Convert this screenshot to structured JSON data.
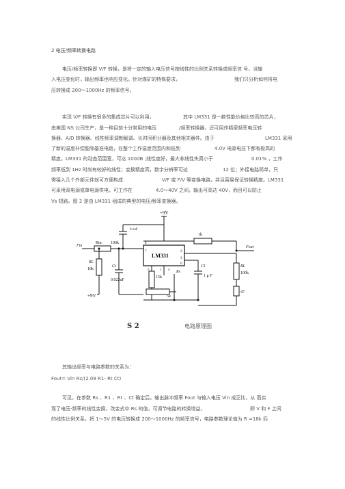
{
  "doc": {
    "section_title": "2 电压/频率转换电路",
    "para1": [
      "电压/频率转换即 V/F 转换，是将一定的输入电压信号按线性的比例关系转换成频率信 号，当输",
      "入电压变化时，输出频率也响应变化。针对煤矿的特殊要求，",
      "压转换成 200～1000Hz 的频率信号。"
    ],
    "para1_tail": "我们只分析如何将电",
    "para2": [
      "实现 V/F 转换有很多的集成芯片可以利用，",
      "由美国 NS 公司生产，是一种目前十分常用的电压",
      "换器、A/D 转换器、线性频率调制解调、长时间积分器及其他相关器件。由于",
      "了新的温度补偿能隙基准电路，在整个工作温度范围内和低到",
      "精度。LM331 的动态范围宽，可达 100dB ;线性度好，最大非线性失真小于",
      "频率低到 1Hz 时尚有较好的线性；变换精度高，数字分辨率可达",
      "需接入几个外部元件就可方便构成",
      "可采用双电源或单电源供电，可工作在",
      "Vs 短路。图 2 是由 LM331 组成的典型的电压/频率变换器。"
    ],
    "para2_mid": [
      "其中 LM331 是一款性能价格比较高的芯片，",
      "/频率转换器，还可用作精密频率电压转",
      "LM331 采用",
      "4.0V 电源电压下都有极高的",
      "0.01% ，工作",
      "12 位；外接电路简单，只",
      "V/F 或 F/V 等变换电路，并且容易保证转换精度。LM331",
      "4.0～40V 之间，输出可高达 40V，而且可以防止"
    ],
    "figure_caption_id": "S 2",
    "figure_caption_text": "电路原理图",
    "relation_intro": "其输出频率与电路参数的关系为：",
    "formula": "Fout= Vin Rz/(2.09 R1- Rt Ct)",
    "para3": [
      "可见，在参数  Rs 、R1 、Rt 、Ct 确定后，输出脉冲频率  Fout 与输入电压  Vin 成正比，从  而实",
      "现了电压-频率的线性变换，改变式中 Rs 的值，可调节电路的转换增益，",
      "的线性比例关系，将  1～5V 的电压转换成 200～1000Hz 的频率信号，电路参数理论值为  R =18k 匹"
    ],
    "para3_tail": "即 V 和 F 之间"
  },
  "circuit": {
    "chip": "LM331",
    "vcc_top": "+9V",
    "vcc_bottom": "+9V",
    "input": "Fin",
    "output": "Fout",
    "labels": {
      "rin": "Rin",
      "rin_val": "100k",
      "c_top": "0.1uF",
      "r1k": "1k",
      "rl": "RL",
      "rl_val": "18k",
      "ct": "Ct",
      "ct_val": "0.022uF",
      "r15k": "15k",
      "rs": "Rs",
      "r5k": "5k",
      "c1": "C1",
      "c1_val": "1 μ F",
      "r100k_name": "RL",
      "r100k_val": "100k",
      "r47": "47"
    },
    "pins": [
      "8",
      "7",
      "2",
      "3",
      "6",
      "5",
      "1",
      "4"
    ]
  }
}
